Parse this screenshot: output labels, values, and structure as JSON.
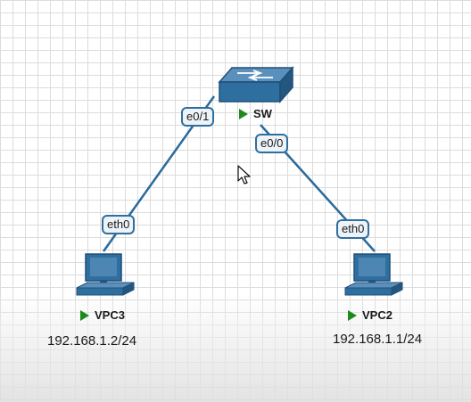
{
  "topology": {
    "switch": {
      "name": "SW",
      "icon": "switch-icon",
      "status": "running"
    },
    "vpc3": {
      "name": "VPC3",
      "ip": "192.168.1.2/24",
      "icon": "pc-icon",
      "status": "running"
    },
    "vpc2": {
      "name": "VPC2",
      "ip": "192.168.1.1/24",
      "icon": "pc-icon",
      "status": "running"
    },
    "links": [
      {
        "from": "SW",
        "from_port": "e0/1",
        "to": "VPC3",
        "to_port": "eth0"
      },
      {
        "from": "SW",
        "from_port": "e0/0",
        "to": "VPC2",
        "to_port": "eth0"
      }
    ]
  },
  "colors": {
    "device": "#2f6fa0",
    "link": "#2a6a9b",
    "running": "#1e8a1e"
  }
}
